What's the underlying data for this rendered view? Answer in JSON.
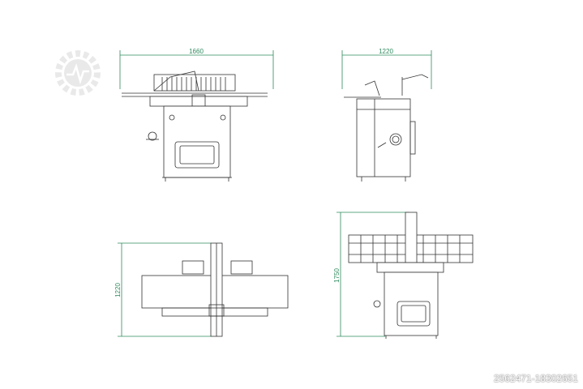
{
  "drawing": {
    "front_view": {
      "width_label": "1660"
    },
    "side_view": {
      "width_label": "1220"
    },
    "top_view": {
      "depth_label": "1220"
    },
    "rear_view": {
      "height_label": "1750"
    }
  },
  "watermark": {
    "id_text": "2562471-18302651",
    "logo_icon": "gear-logo-icon"
  },
  "colors": {
    "dimension": "#2e8b5e",
    "line": "#333333"
  }
}
